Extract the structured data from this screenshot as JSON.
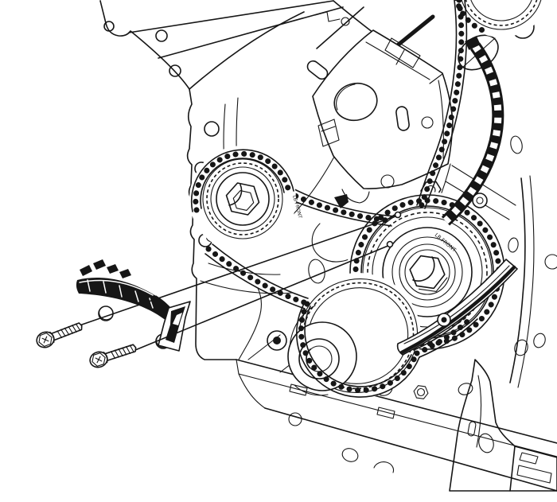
{
  "meta": {
    "type": "technical-illustration",
    "description": "Black-and-white engine service line drawing: front of engine block with timing drive chain, three chain sprockets (upper-left drive sprocket, right camshaft intermediate sprocket, crankshaft sprocket with hub), fixed chain guides, and a timing chain guide being installed with two hex-flange bolts whose installation axis lines point to mounting holes on the block.",
    "background_color": "#ffffff",
    "line_color": "#161616"
  },
  "figure": {
    "stamped_marks": {
      "left_sprocket": "LB FRONT",
      "right_sprocket": "LB FRONT"
    },
    "parts": [
      {
        "name": "engine-block",
        "label": "Engine block (front face)"
      },
      {
        "name": "front-cover-mounting-plate",
        "label": "Front cover mounting plate"
      },
      {
        "name": "upper-sprocket",
        "label": "Upper camshaft sprocket (partially visible at top)"
      },
      {
        "name": "left-drive-sprocket",
        "label": "Left intermediate drive chain sprocket"
      },
      {
        "name": "right-camshaft-sprocket",
        "label": "Right camshaft intermediate drive sprocket"
      },
      {
        "name": "crankshaft-sprocket",
        "label": "Crankshaft sprocket and hub"
      },
      {
        "name": "timing-chain",
        "label": "Timing drive chain"
      },
      {
        "name": "upper-chain-guide",
        "label": "Upper fixed timing chain guide"
      },
      {
        "name": "lower-chain-guide",
        "label": "Lower fixed timing chain guide"
      },
      {
        "name": "chain-guide",
        "label": "Timing chain guide being installed"
      },
      {
        "name": "guide-bolt-upper",
        "label": "Chain guide bolt (upper)"
      },
      {
        "name": "guide-bolt-lower",
        "label": "Chain guide bolt (lower)"
      },
      {
        "name": "bolt-axis-lines",
        "label": "Bolt installation axis leader lines"
      }
    ]
  }
}
